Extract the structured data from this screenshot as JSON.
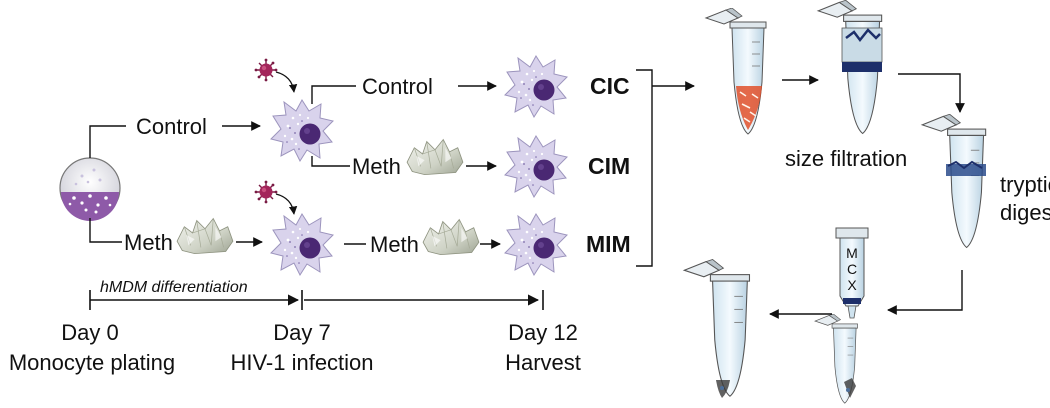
{
  "branches": {
    "control": "Control",
    "meth": "Meth",
    "control_inner": "Control",
    "meth_inner": "Meth",
    "meth_lower": "Meth"
  },
  "groups": {
    "cic": "CIC",
    "cim": "CIM",
    "mim": "MIM"
  },
  "processing": {
    "size_filtration": "size filtration",
    "tryptic_1": "tryptic",
    "tryptic_2": "digest",
    "mcx": [
      "M",
      "C",
      "X"
    ]
  },
  "timeline": {
    "differentiation": "hMDM differentiation",
    "day0": "Day 0",
    "day0_sub": "Monocyte plating",
    "day7": "Day 7",
    "day7_sub": "HIV-1 infection",
    "day12": "Day 12",
    "day12_sub": "Harvest"
  },
  "icons": {
    "virus": "hiv-virus-icon",
    "crystal": "meth-crystal-icon",
    "cell": "macrophage-icon",
    "dish": "culture-dish-icon",
    "tube": "microcentrifuge-tube-icon",
    "column": "mcx-column-icon"
  },
  "colors": {
    "cell_fill": "#d9d3ec",
    "nucleus": "#4a2873",
    "dish_purple": "#8e5aa8",
    "virus": "#a3245a",
    "band": "#1d2f6a",
    "sample_red": "#e0502a"
  }
}
